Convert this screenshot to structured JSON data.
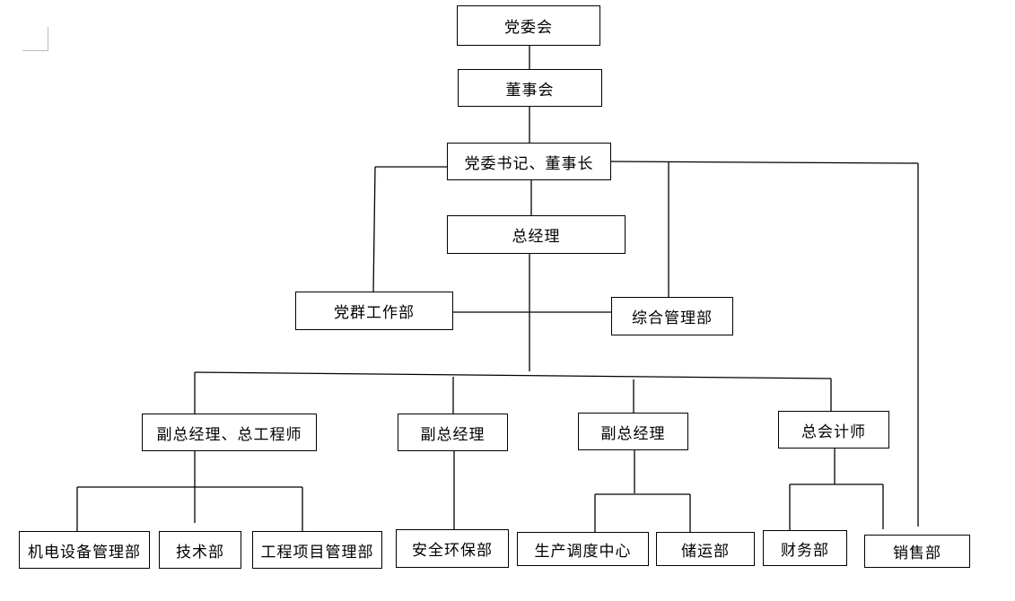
{
  "org_chart": {
    "party_committee": "党委会",
    "board": "董事会",
    "secretary_chairman": "党委书记、董事长",
    "general_manager": "总经理",
    "party_affairs_dept": "党群工作部",
    "general_admin_dept": "综合管理部",
    "vgm_chief_engineer": "副总经理、总工程师",
    "vgm_safety": "副总经理",
    "vgm_production": "副总经理",
    "chief_accountant": "总会计师",
    "mech_elec_dept": "机电设备管理部",
    "tech_dept": "技术部",
    "project_dept": "工程项目管理部",
    "safety_env_dept": "安全环保部",
    "dispatch_center": "生产调度中心",
    "storage_transport_dept": "储运部",
    "finance_dept": "财务部",
    "sales_dept": "销售部"
  }
}
